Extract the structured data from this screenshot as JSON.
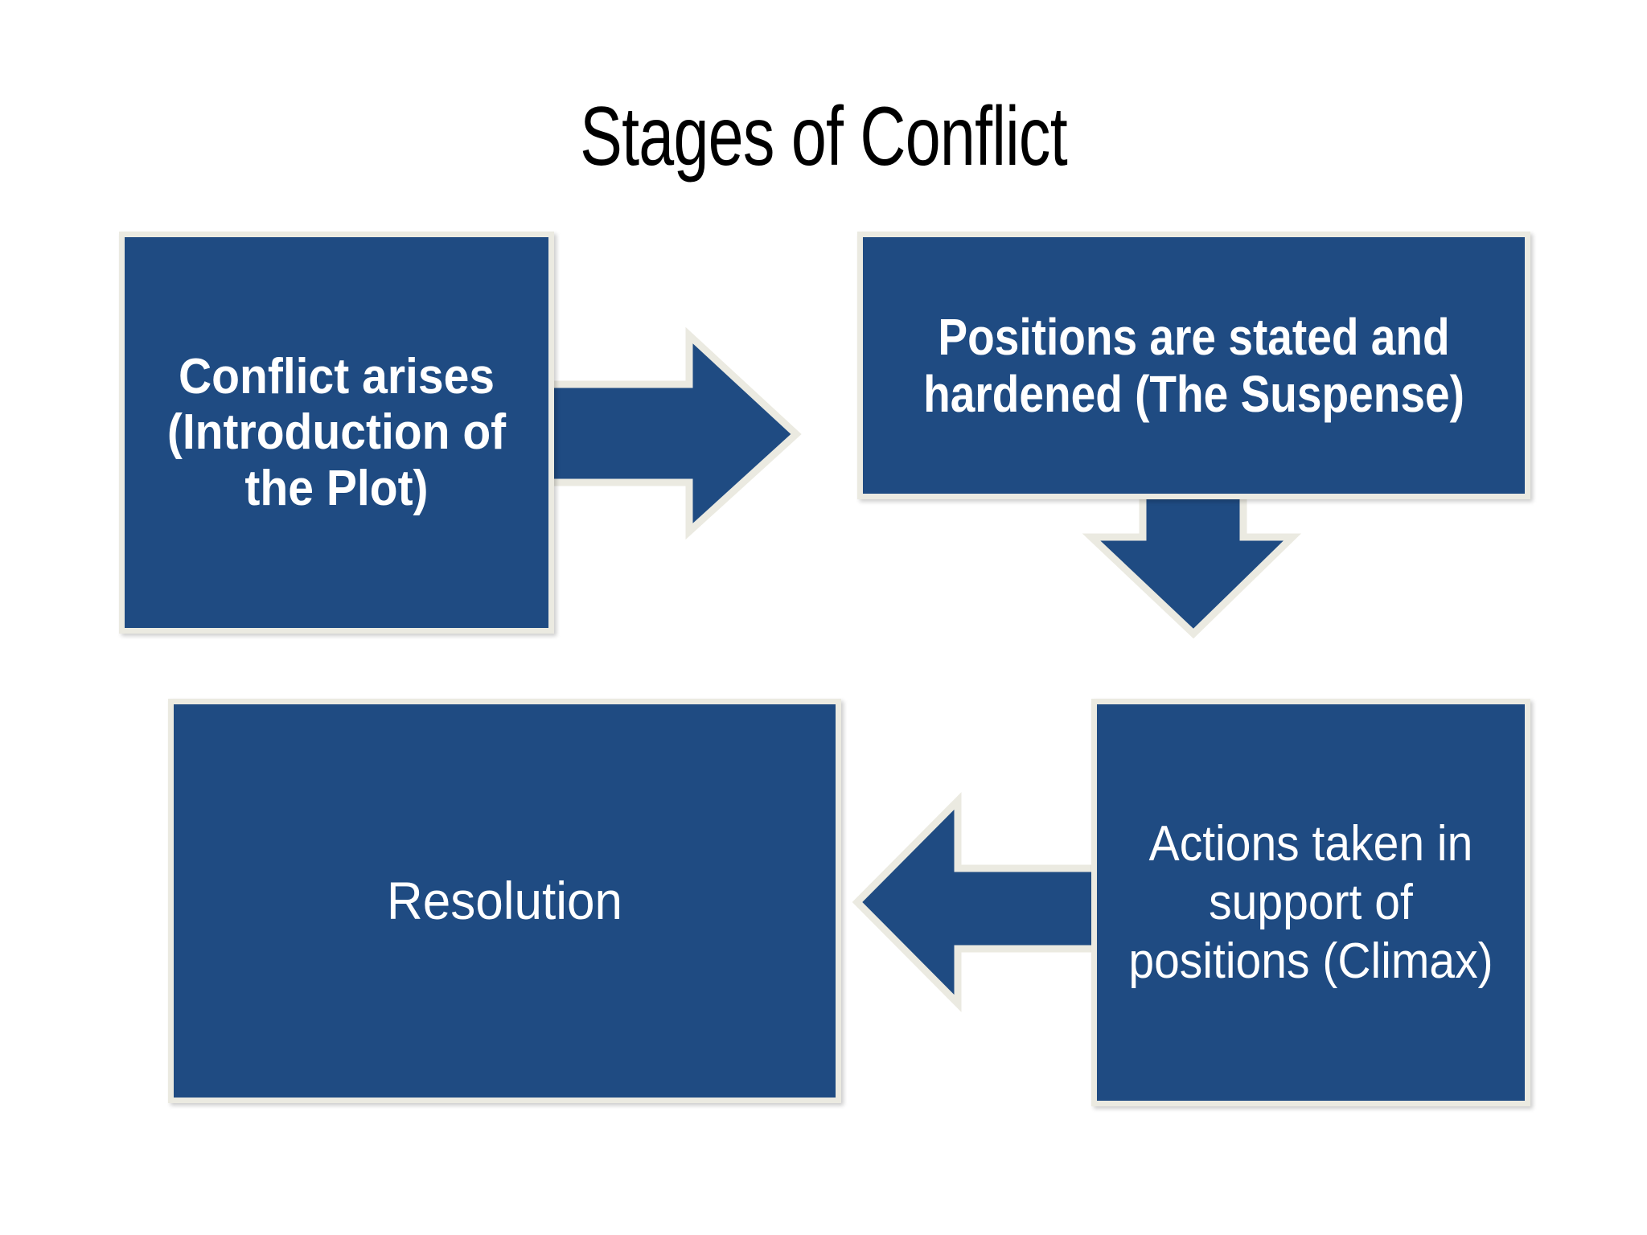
{
  "slide": {
    "title": "Stages of Conflict",
    "background_color": "#ffffff"
  },
  "theme": {
    "shape_fill": "#1f4b82",
    "shape_outline": "#ebeae1",
    "shape_text_color": "#ffffff",
    "title_text_color": "#000000"
  },
  "diagram": {
    "type": "process-flow",
    "steps": [
      {
        "id": "conflict-arises",
        "order": 1,
        "text": "Conflict arises (Introduction of the Plot)",
        "lines": [
          "Conflict arises",
          "(Introduction",
          "of the Plot)"
        ],
        "bold": true
      },
      {
        "id": "positions-stated",
        "order": 2,
        "text": "Positions are stated and hardened (The Suspense)",
        "lines": [
          "Positions are stated",
          "and hardened (The",
          "Suspense)"
        ],
        "bold": true
      },
      {
        "id": "actions-taken",
        "order": 3,
        "text": "Actions taken in support of positions (Climax)",
        "lines": [
          "Actions taken",
          "in support of",
          "positions",
          "(Climax)"
        ],
        "bold": false
      },
      {
        "id": "resolution",
        "order": 4,
        "text": "Resolution",
        "lines": [
          "Resolution"
        ],
        "bold": false
      }
    ],
    "connectors": [
      {
        "id": "arrow-right",
        "direction": "right",
        "from": "conflict-arises",
        "to": "positions-stated"
      },
      {
        "id": "arrow-down",
        "direction": "down",
        "from": "positions-stated",
        "to": "actions-taken"
      },
      {
        "id": "arrow-left",
        "direction": "left",
        "from": "actions-taken",
        "to": "resolution"
      }
    ]
  }
}
